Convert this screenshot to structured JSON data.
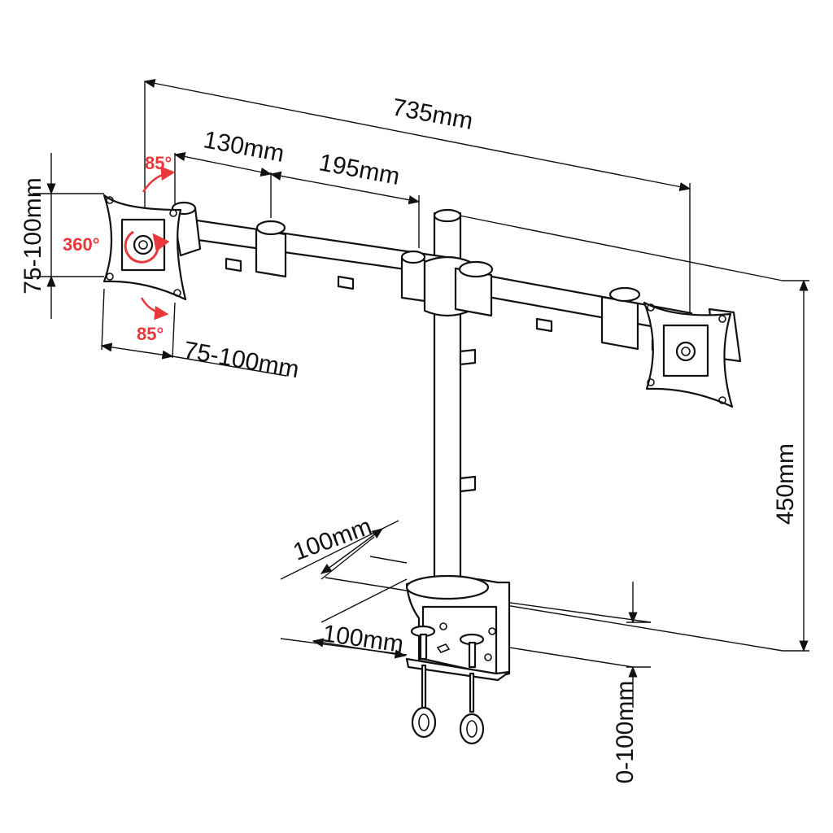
{
  "colors": {
    "line": "#111111",
    "accent": "#e8383b",
    "background": "#ffffff"
  },
  "dimensions": {
    "total_width": "735mm",
    "arm_segment_1": "130mm",
    "arm_segment_2": "195mm",
    "vesa_height": "75-100mm",
    "vesa_width": "75-100mm",
    "pole_height": "450mm",
    "clamp_depth": "100mm",
    "clamp_width": "100mm",
    "desk_thickness": "0-100mm"
  },
  "rotation": {
    "tilt_up": "85°",
    "tilt_down": "85°",
    "rotate": "360°"
  }
}
